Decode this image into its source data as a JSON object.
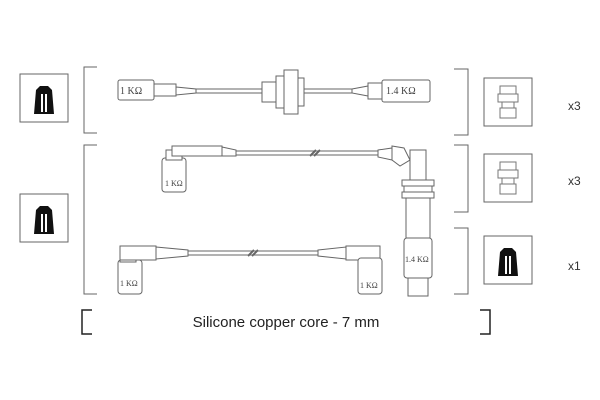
{
  "caption": "Silicone copper core - 7 mm",
  "quantities": [
    "x3",
    "x3",
    "x1"
  ],
  "resistor_labels": {
    "wire1_left": "1 KΩ",
    "wire1_right": "1.4 KΩ",
    "wire2_boot": "1 KΩ",
    "wire3_left": "1 KΩ",
    "wire3_right": "1 KΩ",
    "coil_lead": "1.4 KΩ"
  },
  "icons": {
    "left_top": "spark-plug-terminal-black-icon",
    "left_bottom": "spark-plug-terminal-black-icon",
    "right_top": "distributor-terminal-outline-icon",
    "right_middle": "distributor-terminal-outline-icon",
    "right_bottom": "distributor-terminal-black-icon"
  },
  "colors": {
    "line": "#555555",
    "fill_black": "#111111",
    "frame": "#666666"
  }
}
